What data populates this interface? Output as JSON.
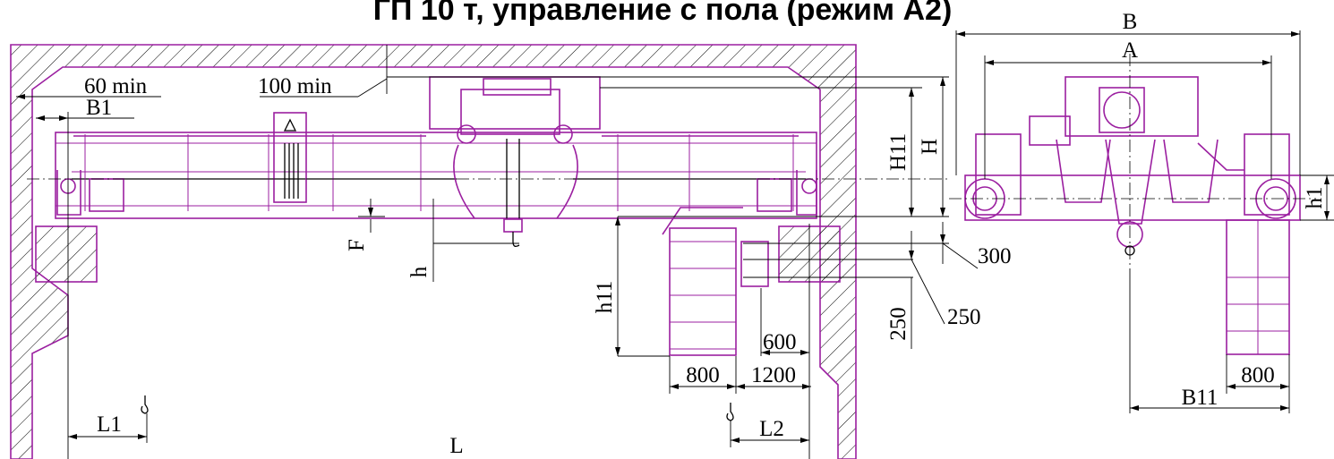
{
  "title": "ГП 10 т, управление с пола (режим А2)",
  "colors": {
    "outline": "#9b1fa0",
    "dimension": "#000000",
    "background": "#ffffff"
  },
  "dimensions": {
    "B": "B",
    "A": "A",
    "B1": "B1",
    "min60": "60 min",
    "min100": "100 min",
    "H11": "H11",
    "H": "H",
    "h1": "h1",
    "F": "F",
    "h": "h",
    "h11": "h11",
    "d300": "300",
    "d250a": "250",
    "d250b": "250",
    "d600": "600",
    "d800a": "800",
    "d1200": "1200",
    "d800b": "800",
    "B11": "B11",
    "L1": "L1",
    "L2": "L2",
    "L": "L"
  },
  "icons": {
    "hook_small_left": "hook-icon",
    "hook_small_right": "hook-icon",
    "hook_main": "hook-icon",
    "warning": "warning-triangle-icon"
  }
}
